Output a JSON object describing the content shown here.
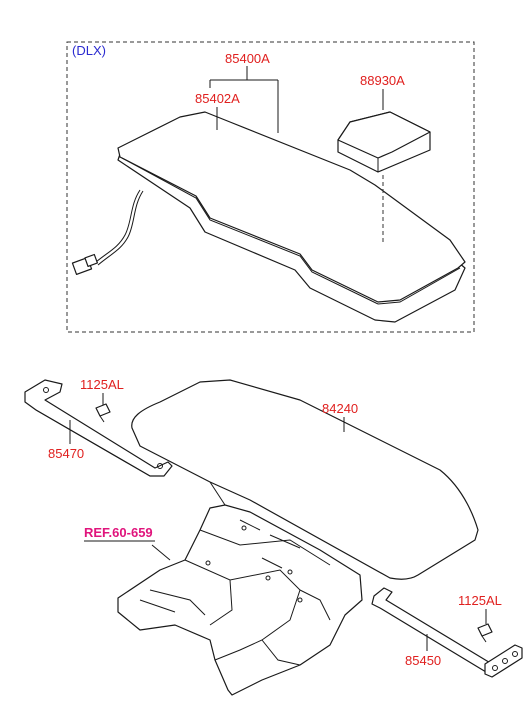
{
  "group_label": "(DLX)",
  "labels": {
    "p85400A": "85400A",
    "p85402A": "85402A",
    "p88930A": "88930A",
    "p1125AL_left": "1125AL",
    "p85470": "85470",
    "p84240": "84240",
    "ref": "REF.60-659",
    "p1125AL_right": "1125AL",
    "p85450": "85450"
  },
  "colors": {
    "part_label": "#e0201f",
    "group_label": "#2a2ad0",
    "reference_label": "#e0147c",
    "line": "#1a1a1a"
  }
}
